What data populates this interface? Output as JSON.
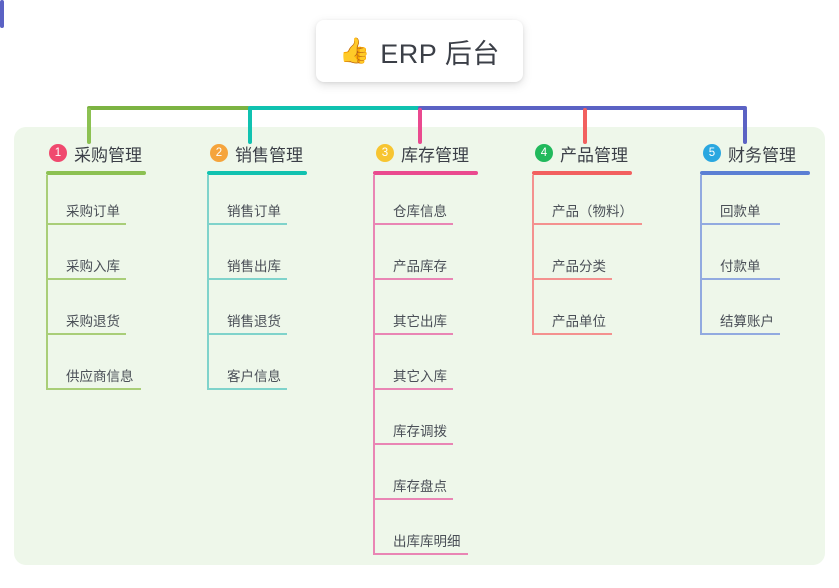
{
  "root": {
    "icon": "thumbs-up-icon",
    "emoji": "👍",
    "title": "ERP 后台"
  },
  "colors": {
    "panel_bg": "#eef7ea",
    "page_bg": "#ffffff",
    "text": "#3b3f47",
    "trunk": "#5b62c4",
    "bar_green": "#7cb342",
    "bar_teal": "#10c2b0",
    "bar_blue": "#5b62c4"
  },
  "connectors": {
    "stubs": [
      {
        "name": "stub-purchase",
        "color": "#8cc152"
      },
      {
        "name": "stub-sales",
        "color": "#10c2b0"
      },
      {
        "name": "stub-inventory",
        "color": "#ea4a8f"
      },
      {
        "name": "stub-product",
        "color": "#f2605f"
      },
      {
        "name": "stub-finance",
        "color": "#5b62c4"
      }
    ]
  },
  "columns": [
    {
      "index": "1",
      "title": "采购管理",
      "badge_color": "#f0496e",
      "rule_color": "#8cc152",
      "line_color": "#a9ce78",
      "items": [
        "采购订单",
        "采购入库",
        "采购退货",
        "供应商信息"
      ]
    },
    {
      "index": "2",
      "title": "销售管理",
      "badge_color": "#f5a43c",
      "rule_color": "#10c2b0",
      "line_color": "#7fd3cb",
      "items": [
        "销售订单",
        "销售出库",
        "销售退货",
        "客户信息"
      ]
    },
    {
      "index": "3",
      "title": "库存管理",
      "badge_color": "#f7c531",
      "rule_color": "#ea4a8f",
      "line_color": "#e985b4",
      "items": [
        "仓库信息",
        "产品库存",
        "其它出库",
        "其它入库",
        "库存调拨",
        "库存盘点",
        "出库库明细"
      ]
    },
    {
      "index": "4",
      "title": "产品管理",
      "badge_color": "#21b95c",
      "rule_color": "#f2605f",
      "line_color": "#f4918f",
      "items": [
        "产品（物料）",
        "产品分类",
        "产品单位"
      ]
    },
    {
      "index": "5",
      "title": "财务管理",
      "badge_color": "#2aa7e0",
      "rule_color": "#5b7fd4",
      "line_color": "#92aae0",
      "items": [
        "回款单",
        "付款单",
        "结算账户"
      ]
    }
  ]
}
